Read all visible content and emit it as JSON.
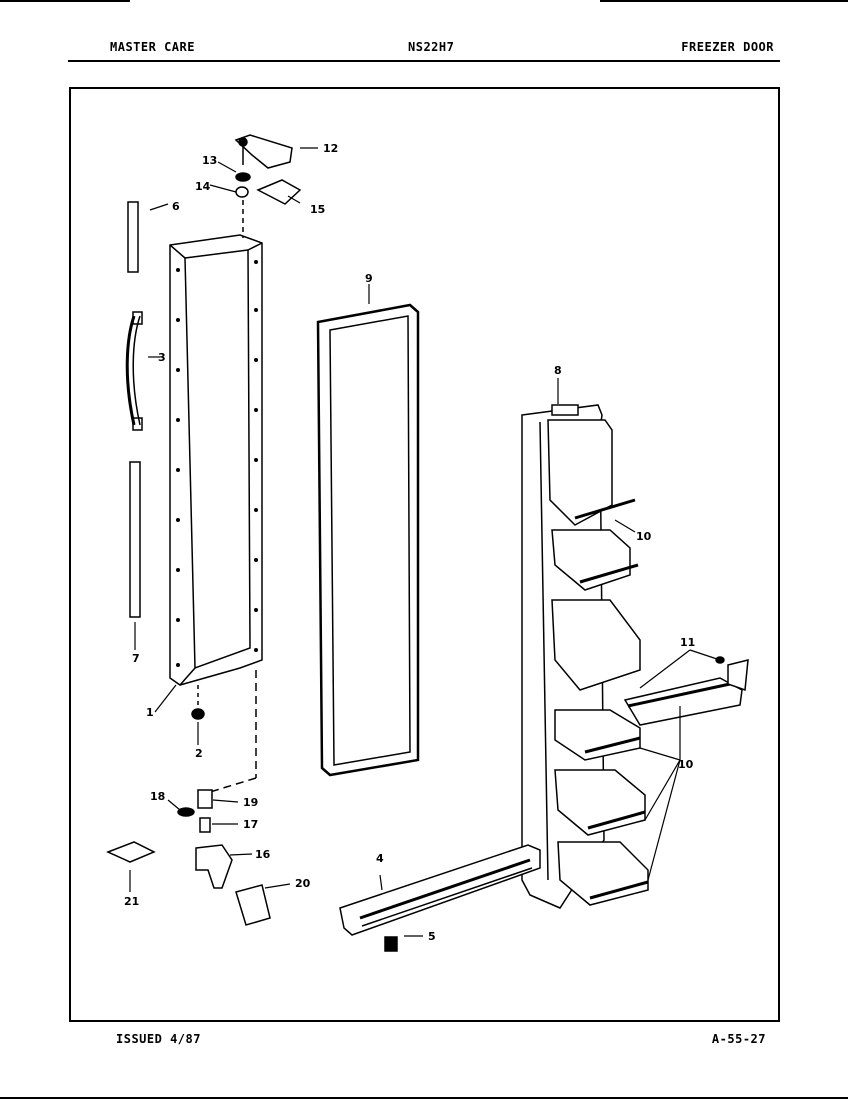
{
  "header": {
    "left": "MASTER CARE",
    "center": "NS22H7",
    "right": "FREEZER DOOR"
  },
  "footer": {
    "left": "ISSUED 4/87",
    "right": "A-55-27"
  },
  "callouts": [
    "1",
    "2",
    "3",
    "4",
    "5",
    "6",
    "7",
    "8",
    "9",
    "10",
    "10",
    "11",
    "12",
    "13",
    "14",
    "15",
    "16",
    "17",
    "18",
    "19",
    "20",
    "21"
  ]
}
